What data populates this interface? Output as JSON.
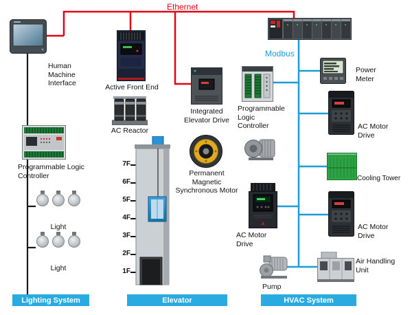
{
  "network": {
    "ethernet_label": "Ethernet",
    "modbus_label": "Modbus"
  },
  "devices": {
    "hmi": {
      "lines": [
        "Human",
        "Machine",
        "Interface"
      ]
    },
    "active_front_end": {
      "label": "Active Front End"
    },
    "ac_reactor": {
      "label": "AC Reactor"
    },
    "integrated_elevator_drive": {
      "lines": [
        "Integrated",
        "Elevator Drive"
      ]
    },
    "pm_motor": {
      "lines": [
        "Permanent",
        "Magnetic",
        "Synchronous Motor"
      ]
    },
    "plc_left": {
      "lines": [
        "Programmable Logic",
        "Controller"
      ]
    },
    "plc_right": {
      "lines": [
        "Programmable",
        "Logic",
        "Controller"
      ]
    },
    "light_1": {
      "label": "Light"
    },
    "light_2": {
      "label": "Light"
    },
    "power_meter": {
      "lines": [
        "Power",
        "Meter"
      ]
    },
    "ac_motor_drive_right_top": {
      "lines": [
        "AC Motor",
        "Drive"
      ]
    },
    "cooling_tower": {
      "label": "Cooling Tower"
    },
    "ac_motor_drive_right_bottom": {
      "lines": [
        "AC Motor",
        "Drive"
      ]
    },
    "air_handling_unit": {
      "lines": [
        "Air Handling",
        "Unit"
      ]
    },
    "ac_motor_drive_mid": {
      "lines": [
        "AC Motor",
        "Drive"
      ]
    },
    "pump": {
      "label": "Pump"
    }
  },
  "elevator": {
    "floors": [
      "7F",
      "6F",
      "5F",
      "4F",
      "3F",
      "2F",
      "1F"
    ]
  },
  "banners": [
    {
      "label": "Lighting System"
    },
    {
      "label": "Elevator"
    },
    {
      "label": "HVAC System"
    }
  ],
  "colors": {
    "ethernet": "#e60012",
    "modbus": "#1e9cd7",
    "banner": "#29abe2"
  }
}
